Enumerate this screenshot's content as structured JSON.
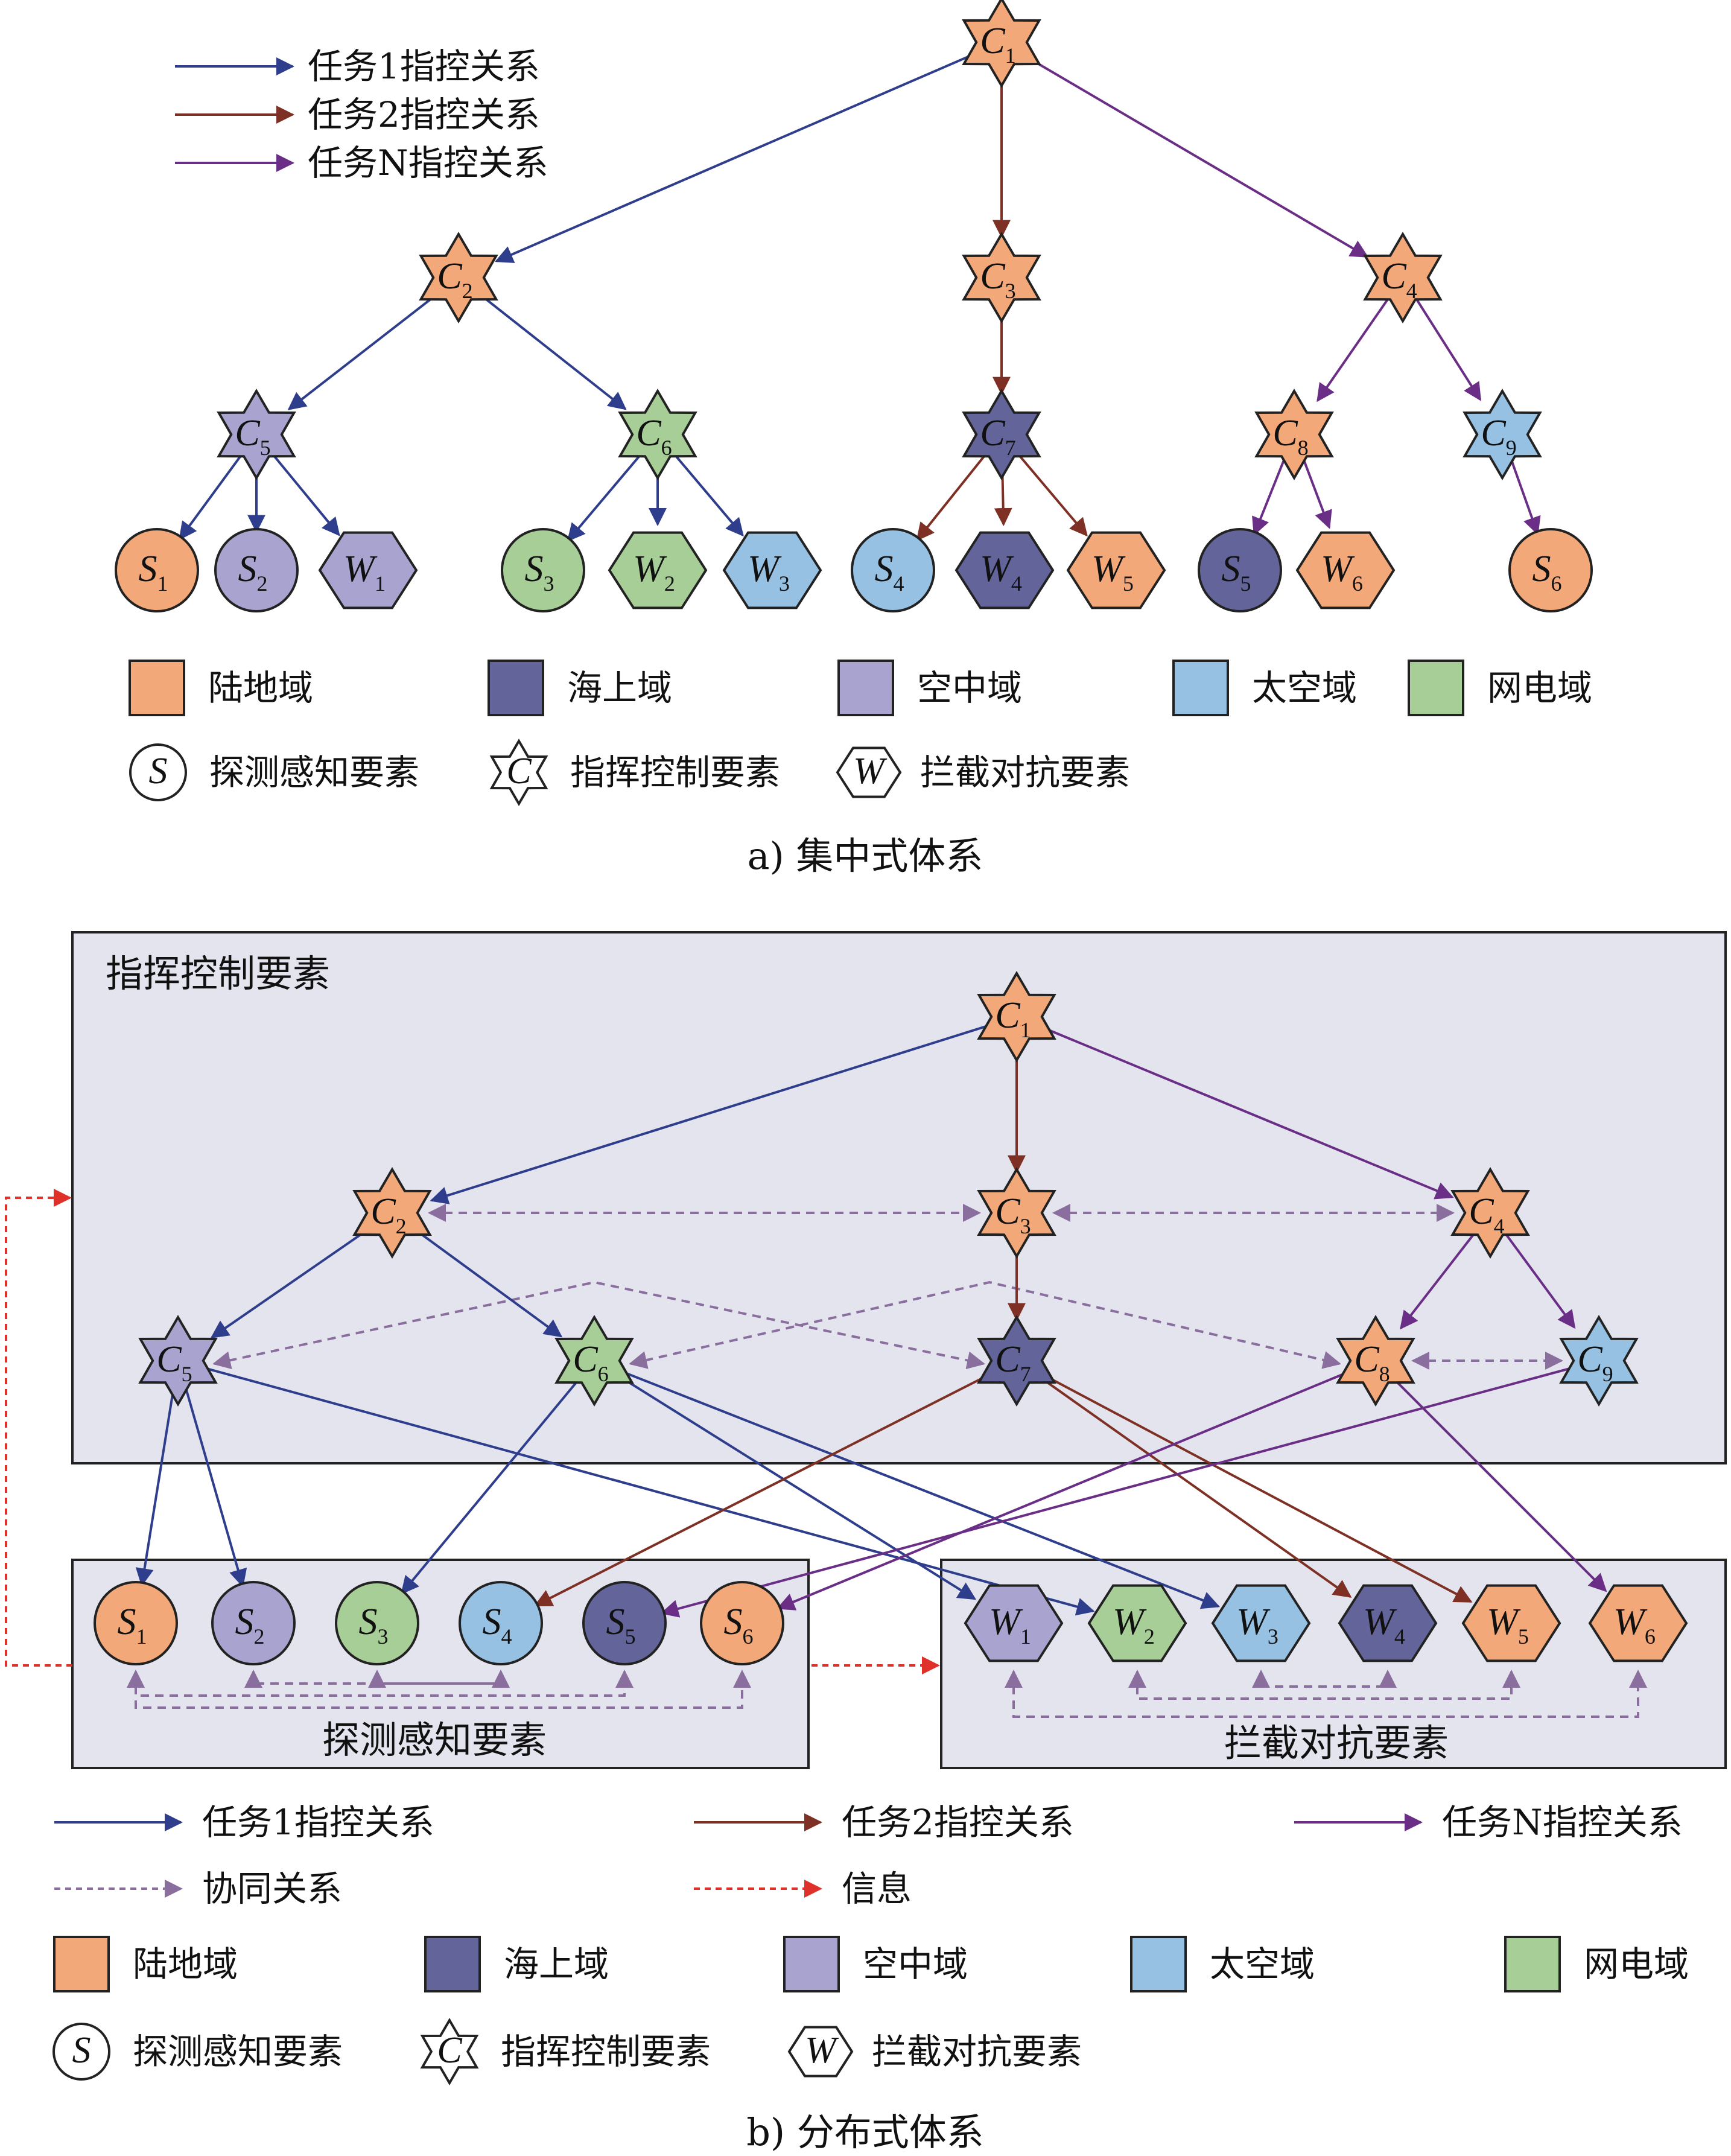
{
  "colors": {
    "land": "#F2A878",
    "sea": "#62649A",
    "air": "#A9A4CF",
    "space": "#96C1E3",
    "cyber": "#A6CE96",
    "task1": "#2E3E8C",
    "task2": "#7E3024",
    "taskN": "#6A2E86",
    "collab": "#8A6E9E",
    "info": "#E0302A",
    "panel_fill": "#E4E4EF",
    "outline": "#222222"
  },
  "panel_a": {
    "caption": "a) 集中式体系",
    "legend_arrows": [
      {
        "label": "任务1指控关系",
        "color_key": "task1"
      },
      {
        "label": "任务2指控关系",
        "color_key": "task2"
      },
      {
        "label": "任务N指控关系",
        "color_key": "taskN"
      }
    ],
    "nodes": [
      {
        "id": "C1",
        "letter": "C",
        "sub": "1",
        "shape": "star",
        "domain": "land"
      },
      {
        "id": "C2",
        "letter": "C",
        "sub": "2",
        "shape": "star",
        "domain": "land"
      },
      {
        "id": "C3",
        "letter": "C",
        "sub": "3",
        "shape": "star",
        "domain": "land"
      },
      {
        "id": "C4",
        "letter": "C",
        "sub": "4",
        "shape": "star",
        "domain": "land"
      },
      {
        "id": "C5",
        "letter": "C",
        "sub": "5",
        "shape": "star",
        "domain": "air"
      },
      {
        "id": "C6",
        "letter": "C",
        "sub": "6",
        "shape": "star",
        "domain": "cyber"
      },
      {
        "id": "C7",
        "letter": "C",
        "sub": "7",
        "shape": "star",
        "domain": "sea"
      },
      {
        "id": "C8",
        "letter": "C",
        "sub": "8",
        "shape": "star",
        "domain": "land"
      },
      {
        "id": "C9",
        "letter": "C",
        "sub": "9",
        "shape": "star",
        "domain": "space"
      },
      {
        "id": "S1",
        "letter": "S",
        "sub": "1",
        "shape": "circle",
        "domain": "land"
      },
      {
        "id": "S2",
        "letter": "S",
        "sub": "2",
        "shape": "circle",
        "domain": "air"
      },
      {
        "id": "W1",
        "letter": "W",
        "sub": "1",
        "shape": "hex",
        "domain": "air"
      },
      {
        "id": "S3",
        "letter": "S",
        "sub": "3",
        "shape": "circle",
        "domain": "cyber"
      },
      {
        "id": "W2",
        "letter": "W",
        "sub": "2",
        "shape": "hex",
        "domain": "cyber"
      },
      {
        "id": "W3",
        "letter": "W",
        "sub": "3",
        "shape": "hex",
        "domain": "space"
      },
      {
        "id": "S4",
        "letter": "S",
        "sub": "4",
        "shape": "circle",
        "domain": "space"
      },
      {
        "id": "W4",
        "letter": "W",
        "sub": "4",
        "shape": "hex",
        "domain": "sea"
      },
      {
        "id": "W5",
        "letter": "W",
        "sub": "5",
        "shape": "hex",
        "domain": "land"
      },
      {
        "id": "S5",
        "letter": "S",
        "sub": "5",
        "shape": "circle",
        "domain": "sea"
      },
      {
        "id": "W6",
        "letter": "W",
        "sub": "6",
        "shape": "hex",
        "domain": "land"
      },
      {
        "id": "S6",
        "letter": "S",
        "sub": "6",
        "shape": "circle",
        "domain": "land"
      }
    ],
    "edges": [
      {
        "from": "C1",
        "to": "C2",
        "rel": "task1"
      },
      {
        "from": "C1",
        "to": "C3",
        "rel": "task2"
      },
      {
        "from": "C1",
        "to": "C4",
        "rel": "taskN"
      },
      {
        "from": "C2",
        "to": "C5",
        "rel": "task1"
      },
      {
        "from": "C2",
        "to": "C6",
        "rel": "task1"
      },
      {
        "from": "C3",
        "to": "C7",
        "rel": "task2"
      },
      {
        "from": "C4",
        "to": "C8",
        "rel": "taskN"
      },
      {
        "from": "C4",
        "to": "C9",
        "rel": "taskN"
      },
      {
        "from": "C5",
        "to": "S1",
        "rel": "task1"
      },
      {
        "from": "C5",
        "to": "S2",
        "rel": "task1"
      },
      {
        "from": "C5",
        "to": "W1",
        "rel": "task1"
      },
      {
        "from": "C6",
        "to": "S3",
        "rel": "task1"
      },
      {
        "from": "C6",
        "to": "W2",
        "rel": "task1"
      },
      {
        "from": "C6",
        "to": "W3",
        "rel": "task1"
      },
      {
        "from": "C7",
        "to": "S4",
        "rel": "task2"
      },
      {
        "from": "C7",
        "to": "W4",
        "rel": "task2"
      },
      {
        "from": "C7",
        "to": "W5",
        "rel": "task2"
      },
      {
        "from": "C8",
        "to": "S5",
        "rel": "taskN"
      },
      {
        "from": "C8",
        "to": "W6",
        "rel": "taskN"
      },
      {
        "from": "C9",
        "to": "S6",
        "rel": "taskN"
      }
    ],
    "domain_legend": [
      {
        "label": "陆地域",
        "domain": "land"
      },
      {
        "label": "海上域",
        "domain": "sea"
      },
      {
        "label": "空中域",
        "domain": "air"
      },
      {
        "label": "太空域",
        "domain": "space"
      },
      {
        "label": "网电域",
        "domain": "cyber"
      }
    ],
    "element_legend": [
      {
        "label": "探测感知要素",
        "shape": "circle",
        "letter": "S"
      },
      {
        "label": "指挥控制要素",
        "shape": "star",
        "letter": "C"
      },
      {
        "label": "拦截对抗要素",
        "shape": "hex",
        "letter": "W"
      }
    ]
  },
  "panel_b": {
    "caption": "b) 分布式体系",
    "groups": {
      "command": "指挥控制要素",
      "sensing": "探测感知要素",
      "intercept": "拦截对抗要素"
    },
    "nodes": [
      {
        "id": "C1",
        "letter": "C",
        "sub": "1",
        "shape": "star",
        "domain": "land"
      },
      {
        "id": "C2",
        "letter": "C",
        "sub": "2",
        "shape": "star",
        "domain": "land"
      },
      {
        "id": "C3",
        "letter": "C",
        "sub": "3",
        "shape": "star",
        "domain": "land"
      },
      {
        "id": "C4",
        "letter": "C",
        "sub": "4",
        "shape": "star",
        "domain": "land"
      },
      {
        "id": "C5",
        "letter": "C",
        "sub": "5",
        "shape": "star",
        "domain": "air"
      },
      {
        "id": "C6",
        "letter": "C",
        "sub": "6",
        "shape": "star",
        "domain": "cyber"
      },
      {
        "id": "C7",
        "letter": "C",
        "sub": "7",
        "shape": "star",
        "domain": "sea"
      },
      {
        "id": "C8",
        "letter": "C",
        "sub": "8",
        "shape": "star",
        "domain": "land"
      },
      {
        "id": "C9",
        "letter": "C",
        "sub": "9",
        "shape": "star",
        "domain": "space"
      },
      {
        "id": "S1",
        "letter": "S",
        "sub": "1",
        "shape": "circle",
        "domain": "land"
      },
      {
        "id": "S2",
        "letter": "S",
        "sub": "2",
        "shape": "circle",
        "domain": "air"
      },
      {
        "id": "S3",
        "letter": "S",
        "sub": "3",
        "shape": "circle",
        "domain": "cyber"
      },
      {
        "id": "S4",
        "letter": "S",
        "sub": "4",
        "shape": "circle",
        "domain": "space"
      },
      {
        "id": "S5",
        "letter": "S",
        "sub": "5",
        "shape": "circle",
        "domain": "sea"
      },
      {
        "id": "S6",
        "letter": "S",
        "sub": "6",
        "shape": "circle",
        "domain": "land"
      },
      {
        "id": "W1",
        "letter": "W",
        "sub": "1",
        "shape": "hex",
        "domain": "air"
      },
      {
        "id": "W2",
        "letter": "W",
        "sub": "2",
        "shape": "hex",
        "domain": "cyber"
      },
      {
        "id": "W3",
        "letter": "W",
        "sub": "3",
        "shape": "hex",
        "domain": "space"
      },
      {
        "id": "W4",
        "letter": "W",
        "sub": "4",
        "shape": "hex",
        "domain": "sea"
      },
      {
        "id": "W5",
        "letter": "W",
        "sub": "5",
        "shape": "hex",
        "domain": "land"
      },
      {
        "id": "W6",
        "letter": "W",
        "sub": "6",
        "shape": "hex",
        "domain": "land"
      }
    ],
    "edges": [
      {
        "from": "C1",
        "to": "C2",
        "rel": "task1"
      },
      {
        "from": "C1",
        "to": "C3",
        "rel": "task2"
      },
      {
        "from": "C1",
        "to": "C4",
        "rel": "taskN"
      },
      {
        "from": "C2",
        "to": "C5",
        "rel": "task1"
      },
      {
        "from": "C2",
        "to": "C6",
        "rel": "task1"
      },
      {
        "from": "C3",
        "to": "C7",
        "rel": "task2"
      },
      {
        "from": "C4",
        "to": "C8",
        "rel": "taskN"
      },
      {
        "from": "C4",
        "to": "C9",
        "rel": "taskN"
      },
      {
        "from": "C5",
        "to": "S1",
        "rel": "task1"
      },
      {
        "from": "C5",
        "to": "S2",
        "rel": "task1"
      },
      {
        "from": "C5",
        "to": "W2",
        "rel": "task1"
      },
      {
        "from": "C6",
        "to": "S3",
        "rel": "task1"
      },
      {
        "from": "C6",
        "to": "W1",
        "rel": "task1"
      },
      {
        "from": "C6",
        "to": "W3",
        "rel": "task1"
      },
      {
        "from": "C7",
        "to": "S4",
        "rel": "task2"
      },
      {
        "from": "C7",
        "to": "W4",
        "rel": "task2"
      },
      {
        "from": "C7",
        "to": "W5",
        "rel": "task2"
      },
      {
        "from": "C8",
        "to": "S6",
        "rel": "taskN"
      },
      {
        "from": "C8",
        "to": "W6",
        "rel": "taskN"
      },
      {
        "from": "C9",
        "to": "S5",
        "rel": "taskN"
      }
    ],
    "collab_pairs": [
      [
        "C2",
        "C3"
      ],
      [
        "C3",
        "C4"
      ],
      [
        "C8",
        "C9"
      ],
      [
        "C5",
        "C7"
      ],
      [
        "C6",
        "C8"
      ]
    ],
    "legend_arrows": [
      {
        "label": "任务1指控关系",
        "color_key": "task1",
        "dashed": false
      },
      {
        "label": "任务2指控关系",
        "color_key": "task2",
        "dashed": false
      },
      {
        "label": "任务N指控关系",
        "color_key": "taskN",
        "dashed": false
      },
      {
        "label": "协同关系",
        "color_key": "collab",
        "dashed": true
      },
      {
        "label": "信息",
        "color_key": "info",
        "dashed": true
      }
    ],
    "domain_legend": [
      {
        "label": "陆地域",
        "domain": "land"
      },
      {
        "label": "海上域",
        "domain": "sea"
      },
      {
        "label": "空中域",
        "domain": "air"
      },
      {
        "label": "太空域",
        "domain": "space"
      },
      {
        "label": "网电域",
        "domain": "cyber"
      }
    ],
    "element_legend": [
      {
        "label": "探测感知要素",
        "shape": "circle",
        "letter": "S"
      },
      {
        "label": "指挥控制要素",
        "shape": "star",
        "letter": "C"
      },
      {
        "label": "拦截对抗要素",
        "shape": "hex",
        "letter": "W"
      }
    ]
  }
}
